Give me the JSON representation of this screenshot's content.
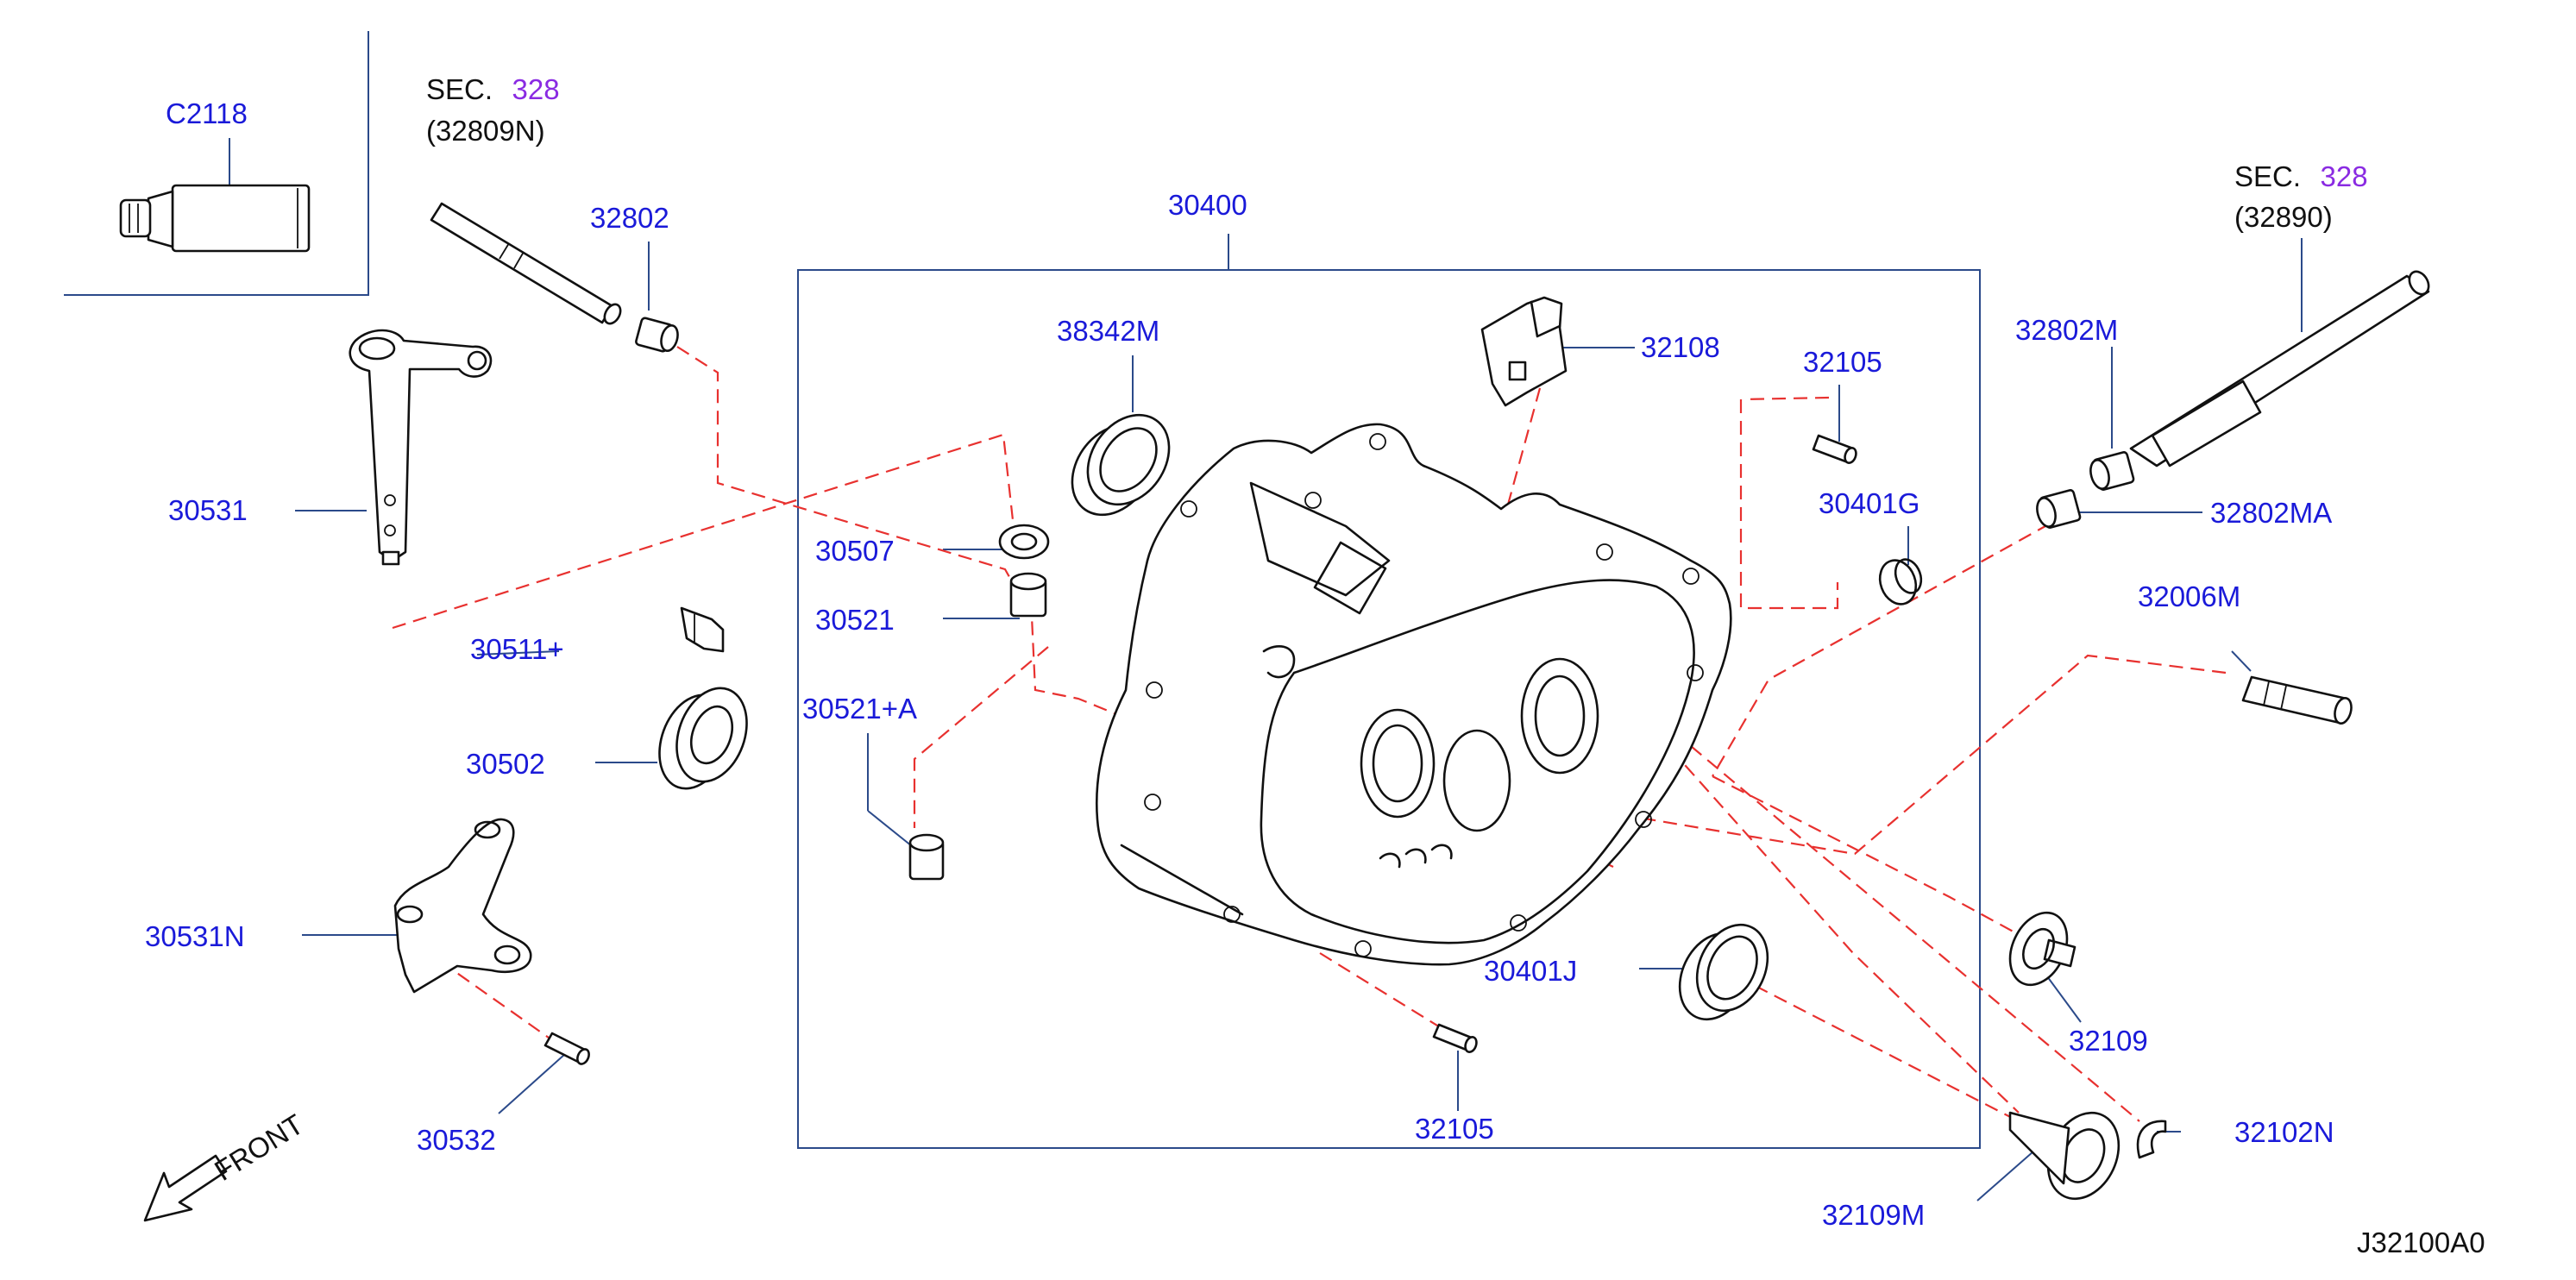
{
  "part_labels": {
    "c2118": "C2118",
    "sec_left_prefix": "SEC.",
    "sec_left_num": "328",
    "sec_left_ref": "(32809N)",
    "p32802": "32802",
    "p30400": "30400",
    "p38342m": "38342M",
    "p32108": "32108",
    "p32105_top": "32105",
    "sec_right_prefix": "SEC.",
    "sec_right_num": "328",
    "sec_right_ref": "(32890)",
    "p32802m": "32802M",
    "p32802ma": "32802MA",
    "p30401g": "30401G",
    "p30531": "30531",
    "p30507": "30507",
    "p30521": "30521",
    "p30521a": "30521+A",
    "p3051x": "30511+",
    "p30502": "30502",
    "p32006m": "32006M",
    "p30531n": "30531N",
    "p30401j": "30401J",
    "p32109": "32109",
    "p32105_bottom": "32105",
    "p32102n": "32102N",
    "p32109m": "32109M",
    "p30532": "30532"
  },
  "front_label": "FRONT",
  "diagram_code": "J32100A0",
  "colors": {
    "part_number": "#1a1ad9",
    "section_number": "#8a2be2",
    "dashed_leader": "#e8312f",
    "frame_line": "#2b4a8a"
  }
}
